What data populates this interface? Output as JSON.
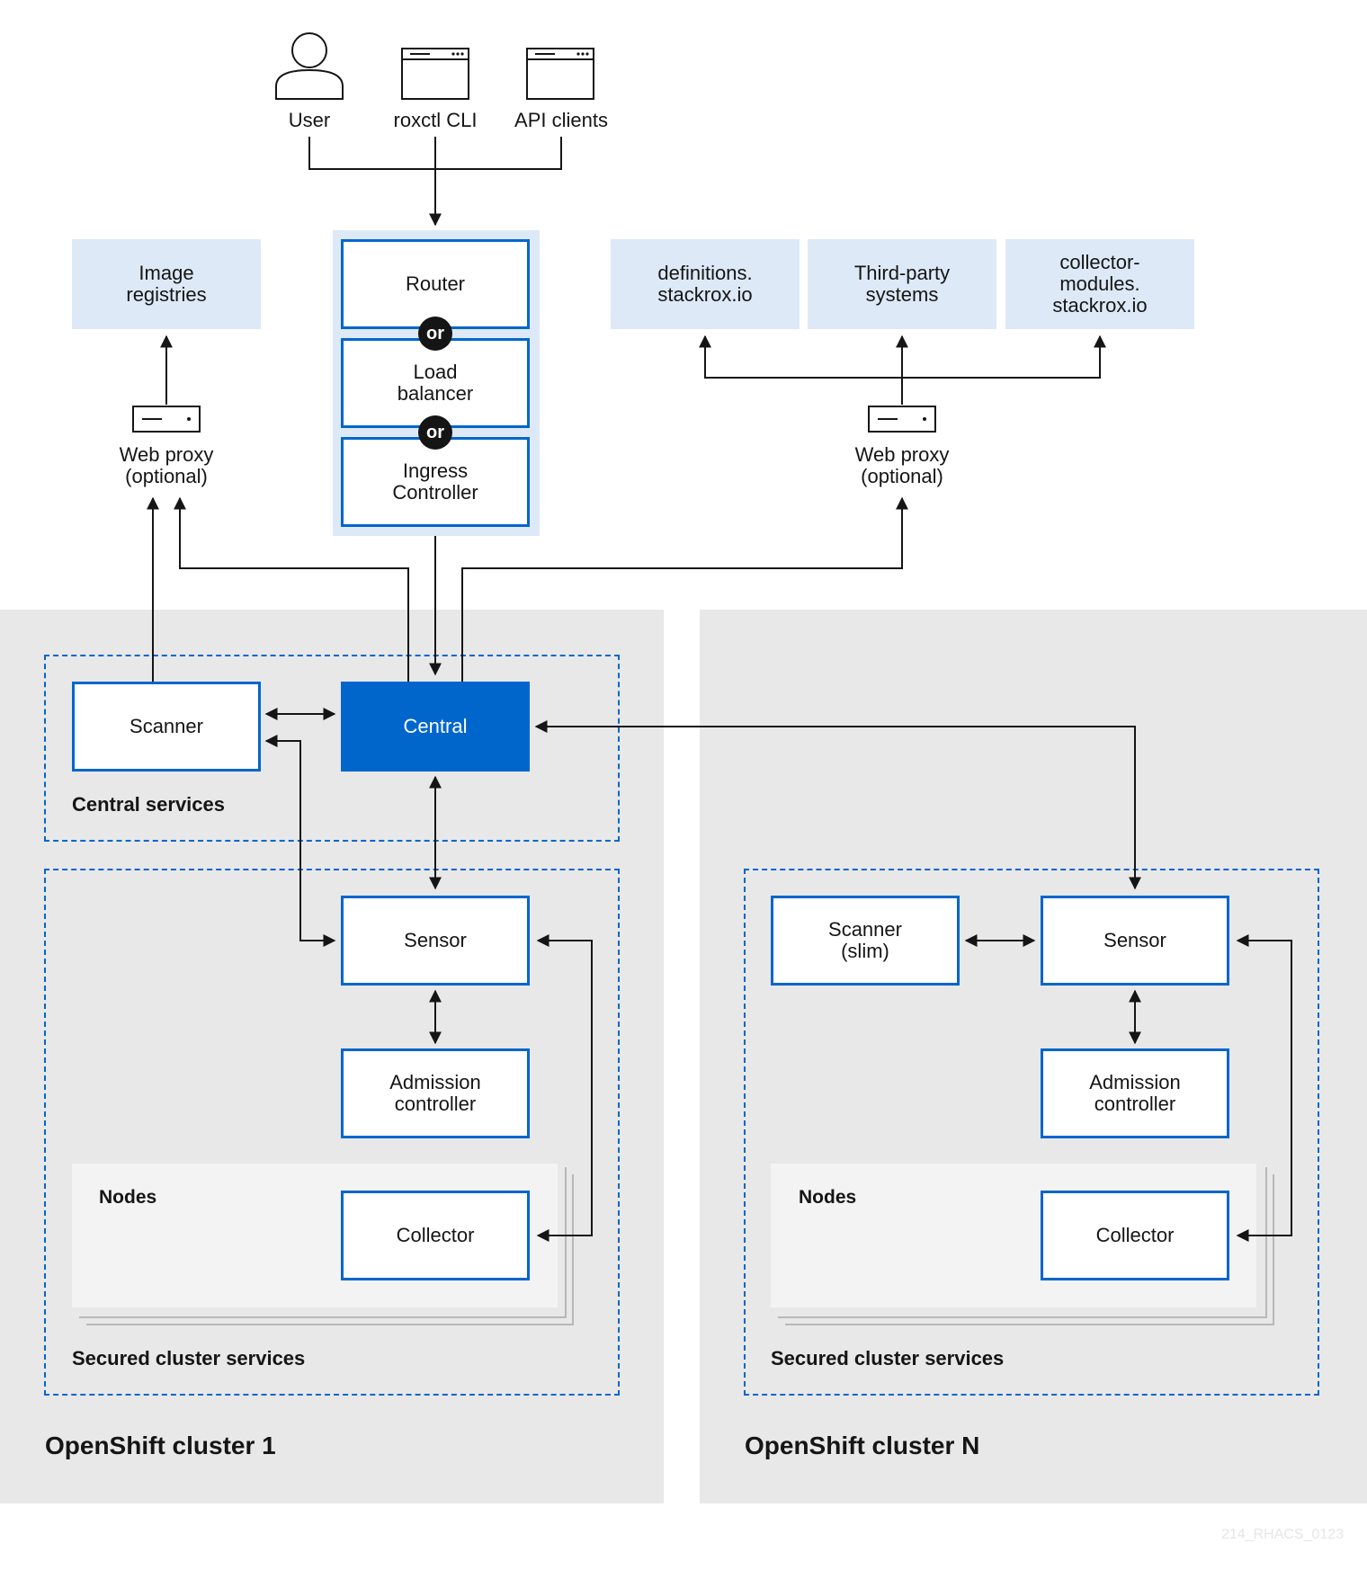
{
  "clients": {
    "user": "User",
    "roxctl": "roxctl CLI",
    "api": "API clients"
  },
  "ingress": {
    "router": "Router",
    "load_balancer": "Load\nbalancer",
    "ingress_controller": "Ingress\nController",
    "or": "or"
  },
  "external": {
    "image_registries": "Image\nregistries",
    "definitions": "definitions.\nstackrox.io",
    "third_party": "Third-party\nsystems",
    "collector_modules": "collector-\nmodules.\nstackrox.io"
  },
  "web_proxy": "Web proxy\n(optional)",
  "cluster1": {
    "title": "OpenShift cluster 1",
    "central_services": {
      "title": "Central services",
      "scanner": "Scanner",
      "central": "Central"
    },
    "secured_services": {
      "title": "Secured cluster services",
      "sensor": "Sensor",
      "admission": "Admission\ncontroller",
      "nodes": "Nodes",
      "collector": "Collector"
    }
  },
  "clusterN": {
    "title": "OpenShift cluster N",
    "secured_services": {
      "title": "Secured cluster services",
      "scanner_slim": "Scanner\n(slim)",
      "sensor": "Sensor",
      "admission": "Admission\ncontroller",
      "nodes": "Nodes",
      "collector": "Collector"
    }
  },
  "watermark": "214_RHACS_0123",
  "colors": {
    "accent": "#0066cc",
    "external_bg": "#dde9f7",
    "cluster_bg": "#e8e8e8",
    "nodes_bg": "#f3f3f3",
    "line": "#151515"
  }
}
